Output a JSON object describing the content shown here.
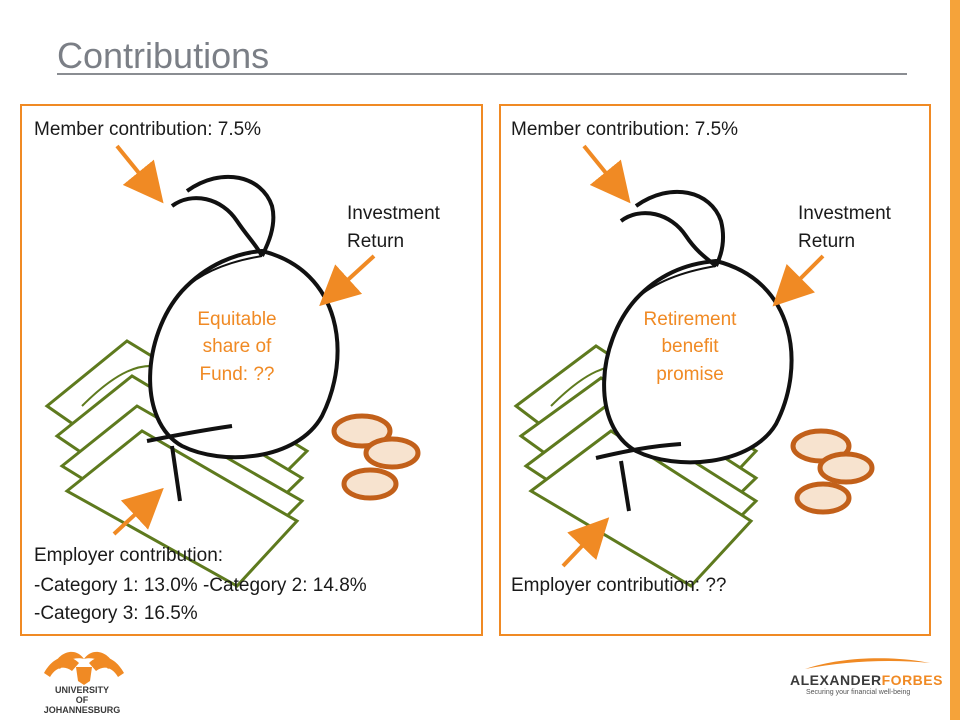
{
  "slide": {
    "title": "Contributions",
    "accent_color": "#f08a24",
    "title_color": "#7b7f86"
  },
  "left_panel": {
    "member_contribution": "Member contribution:  7.5%",
    "investment_return_line1": "Investment",
    "investment_return_line2": "Return",
    "center_label_line1": "Equitable",
    "center_label_line2": "share of",
    "center_label_line3": "Fund:  ??",
    "employer_contribution_heading": "Employer contribution:",
    "employer_line1": "-Category 1:  13.0%  -Category 2: 14.8%",
    "employer_line2": "-Category 3:  16.5%"
  },
  "right_panel": {
    "member_contribution": "Member contribution:  7.5%",
    "investment_return_line1": "Investment",
    "investment_return_line2": "Return",
    "center_label_line1": "Retirement",
    "center_label_line2": "benefit",
    "center_label_line3": "promise",
    "employer_contribution": "Employer contribution:  ??"
  },
  "logos": {
    "university_line1": "UNIVERSITY",
    "university_line2": "OF",
    "university_line3": "JOHANNESBURG",
    "alexander_part1": "ALEXANDER",
    "alexander_part2": "FORBES",
    "alexander_tagline": "Securing your financial well-being"
  }
}
